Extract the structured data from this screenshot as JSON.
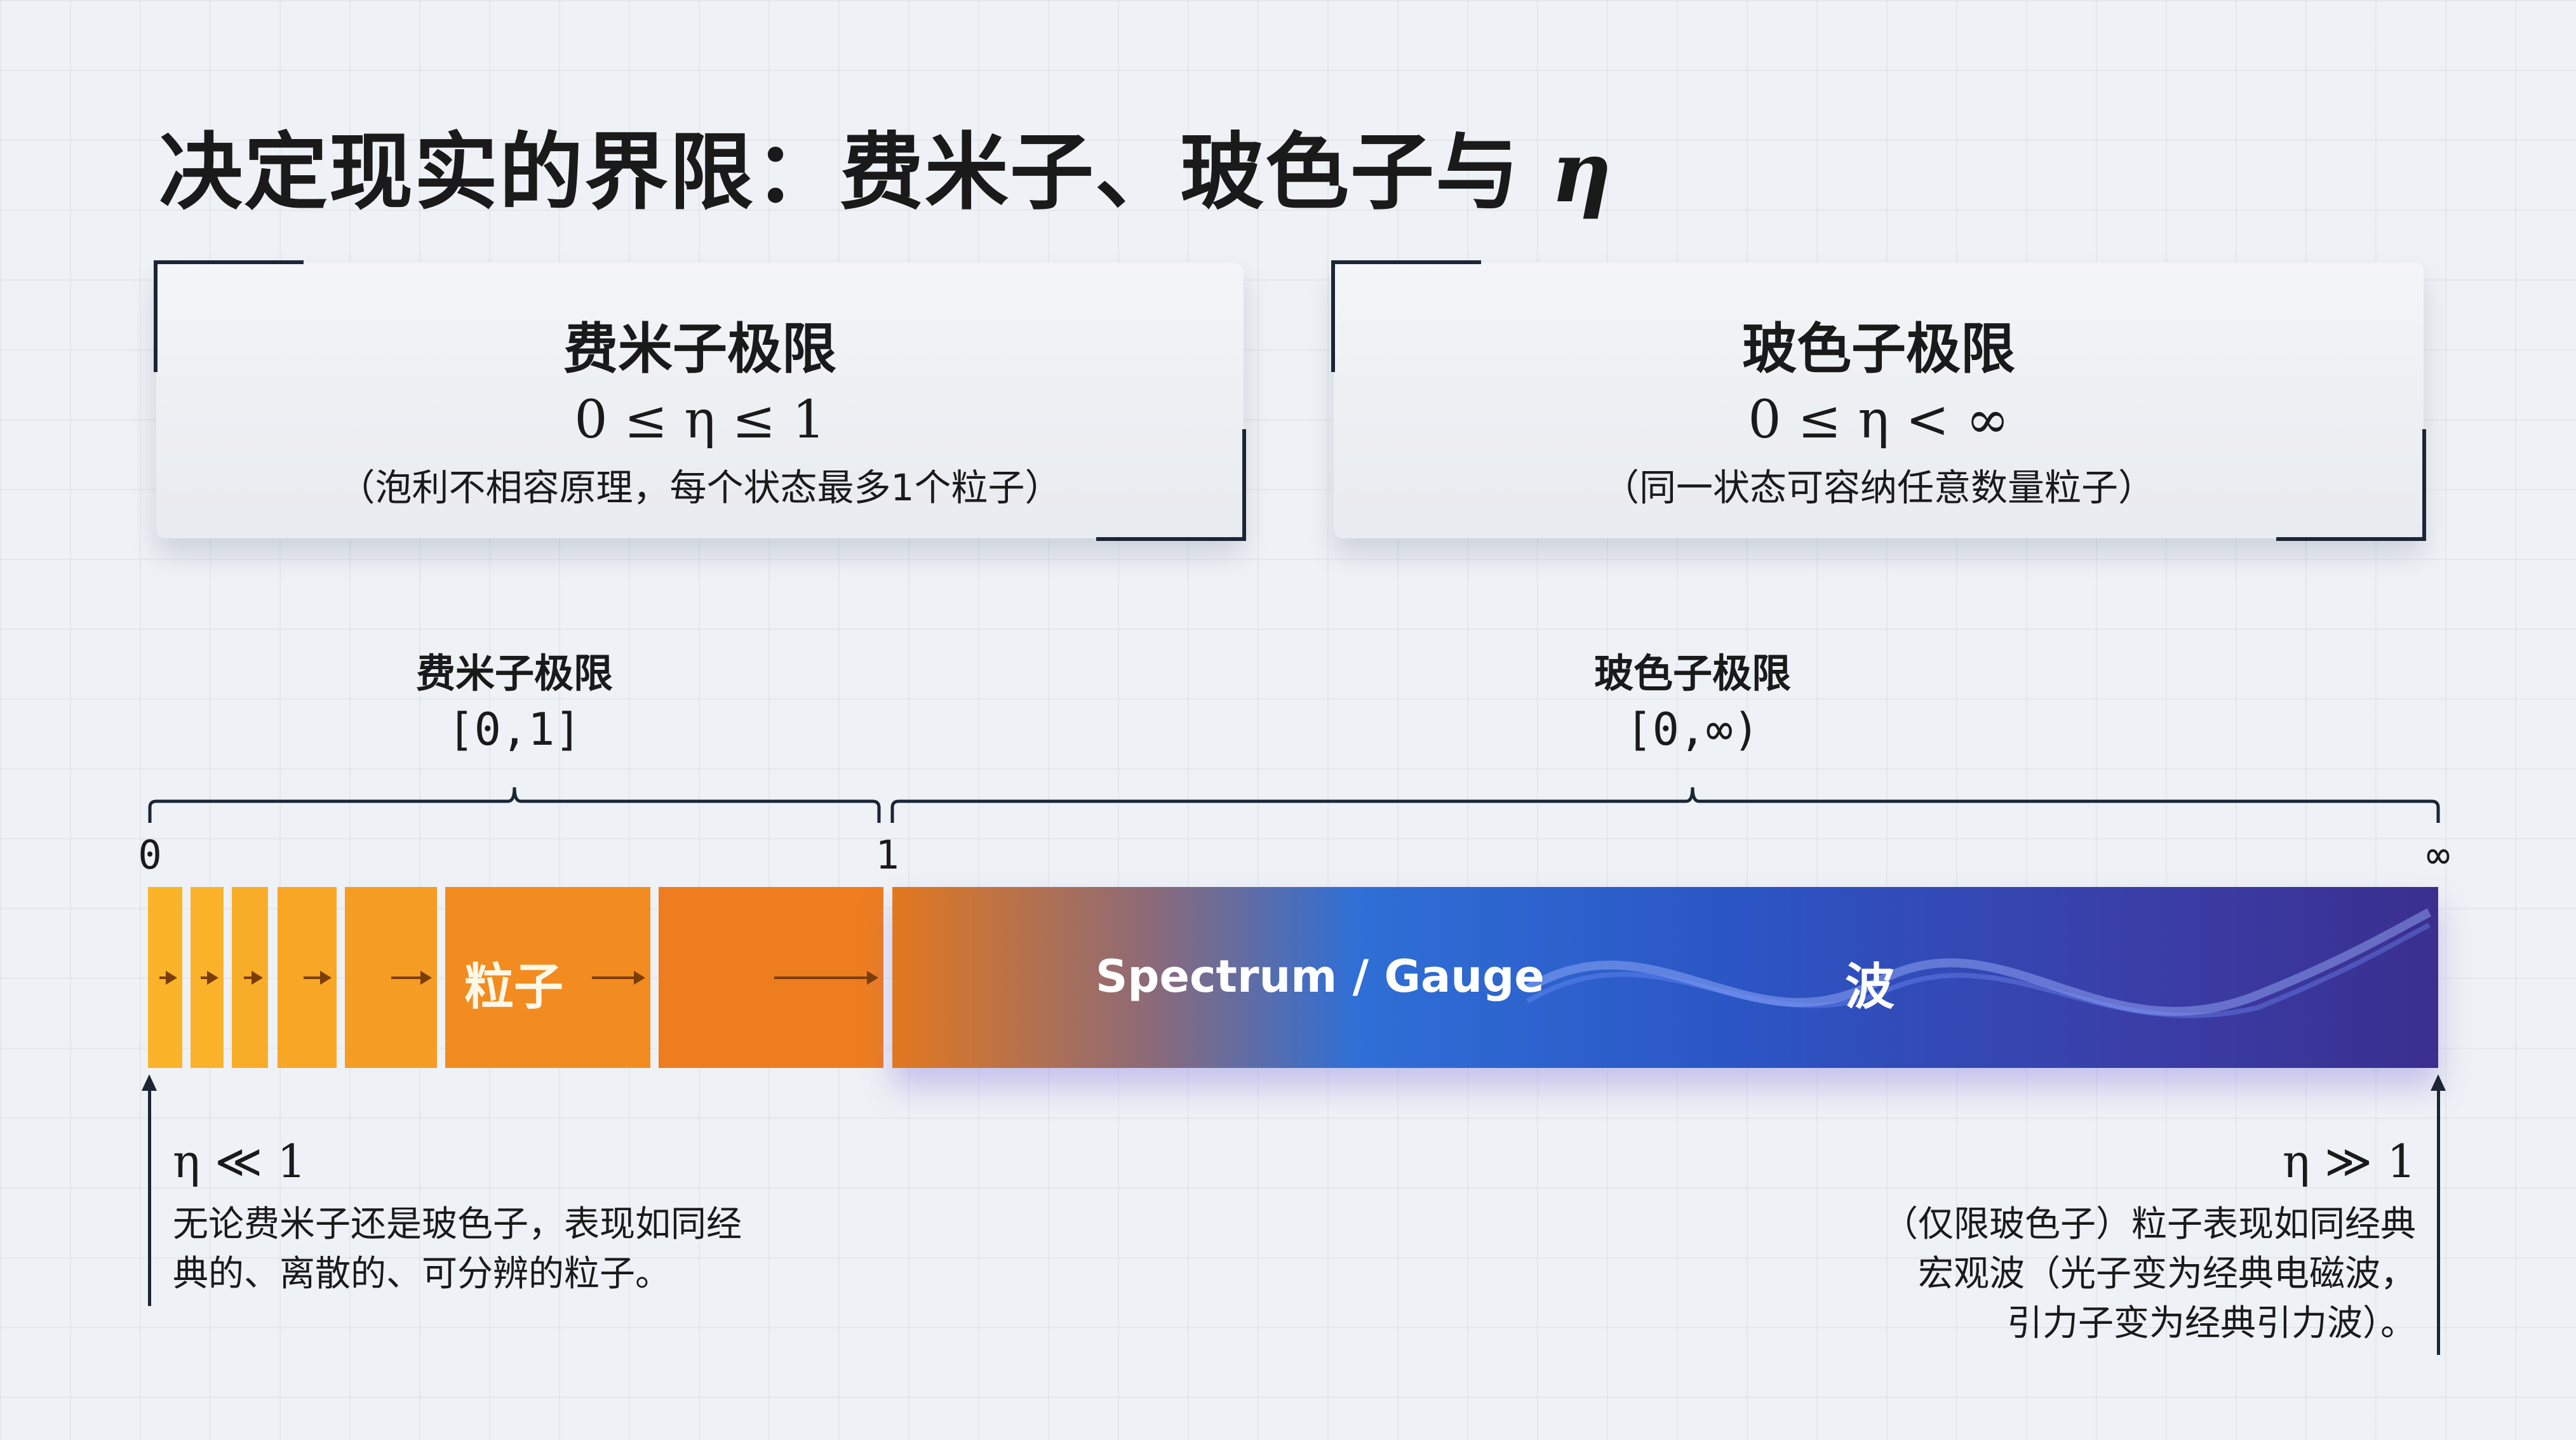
{
  "title": {
    "text": "决定现实的界限：费米子、玻色子与 ",
    "symbol": "η"
  },
  "cards": [
    {
      "title": "费米子极限",
      "formula": "0 ≤ η ≤ 1",
      "subtitle": "（泡利不相容原理，每个状态最多1个粒子）"
    },
    {
      "title": "玻色子极限",
      "formula": "0 ≤ η < ∞",
      "subtitle": "（同一状态可容纳任意数量粒子）"
    }
  ],
  "brackets": [
    {
      "label": "费米子极限",
      "range": "[0,1]"
    },
    {
      "label": "玻色子极限",
      "range": "[0,∞)"
    }
  ],
  "ticks": [
    "0",
    "1",
    "∞"
  ],
  "bar": {
    "particle_label": "粒子",
    "spectrum_label": "Spectrum / Gauge",
    "wave_label": "波",
    "colors": {
      "start": "#f9b429",
      "mid": "#f07a1e",
      "blue": "#2f6fd6",
      "end": "#3a2f8f"
    }
  },
  "notes": {
    "left": {
      "math": "η ≪ 1",
      "lines": [
        "无论费米子还是玻色子，表现如同经",
        "典的、离散的、可分辨的粒子。"
      ]
    },
    "right": {
      "math": "η ≫ 1",
      "lines": [
        "（仅限玻色子）粒子表现如同经典",
        "宏观波（光子变为经典电磁波，",
        "引力子变为经典引力波）。"
      ]
    }
  }
}
